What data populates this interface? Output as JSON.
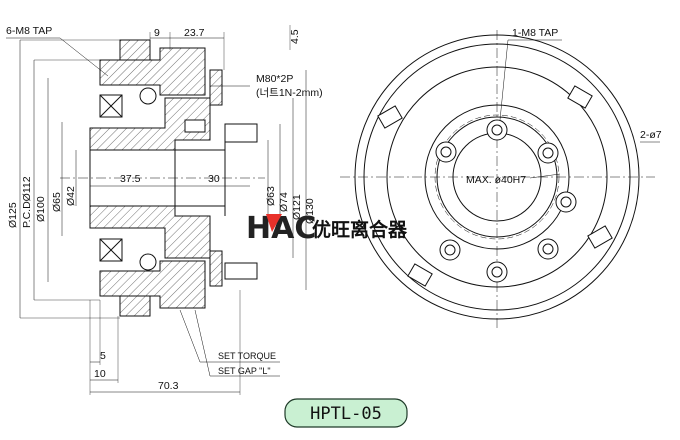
{
  "drawing": {
    "labels": {
      "tap_6m8": "6-M8 TAP",
      "dim_9": "9",
      "dim_23_7": "23.7",
      "dim_4_5": "4.5",
      "thread": "M80*2P",
      "thread_note": "(너트1N-2mm)",
      "pcd": "P.C.DØ112",
      "d125": "Ø125",
      "d100": "Ø100",
      "d65": "Ø65",
      "d42": "Ø42",
      "d63": "Ø63",
      "d74": "Ø74",
      "d121": "Ø121",
      "d130": "Ø130",
      "dim_37_5": "37.5",
      "dim_30": "30",
      "dim_5": "5",
      "dim_10": "10",
      "dim_70_3": "70.3",
      "set_torque": "SET TORQUE",
      "set_gap": "SET GAP \"L\"",
      "tap_1m8": "1-M8 TAP",
      "hole_2d7": "2-ø7",
      "max_bore": "MAX. ø40H7"
    },
    "logo_text": "HAC",
    "brand_name": "优旺离合器",
    "model": "HPTL-05"
  },
  "colors": {
    "line": "#111111",
    "logo_red": "#e8312a",
    "logo_dark": "#222222",
    "badge_fill": "#c9f0d2",
    "badge_stroke": "#1e3a28"
  }
}
